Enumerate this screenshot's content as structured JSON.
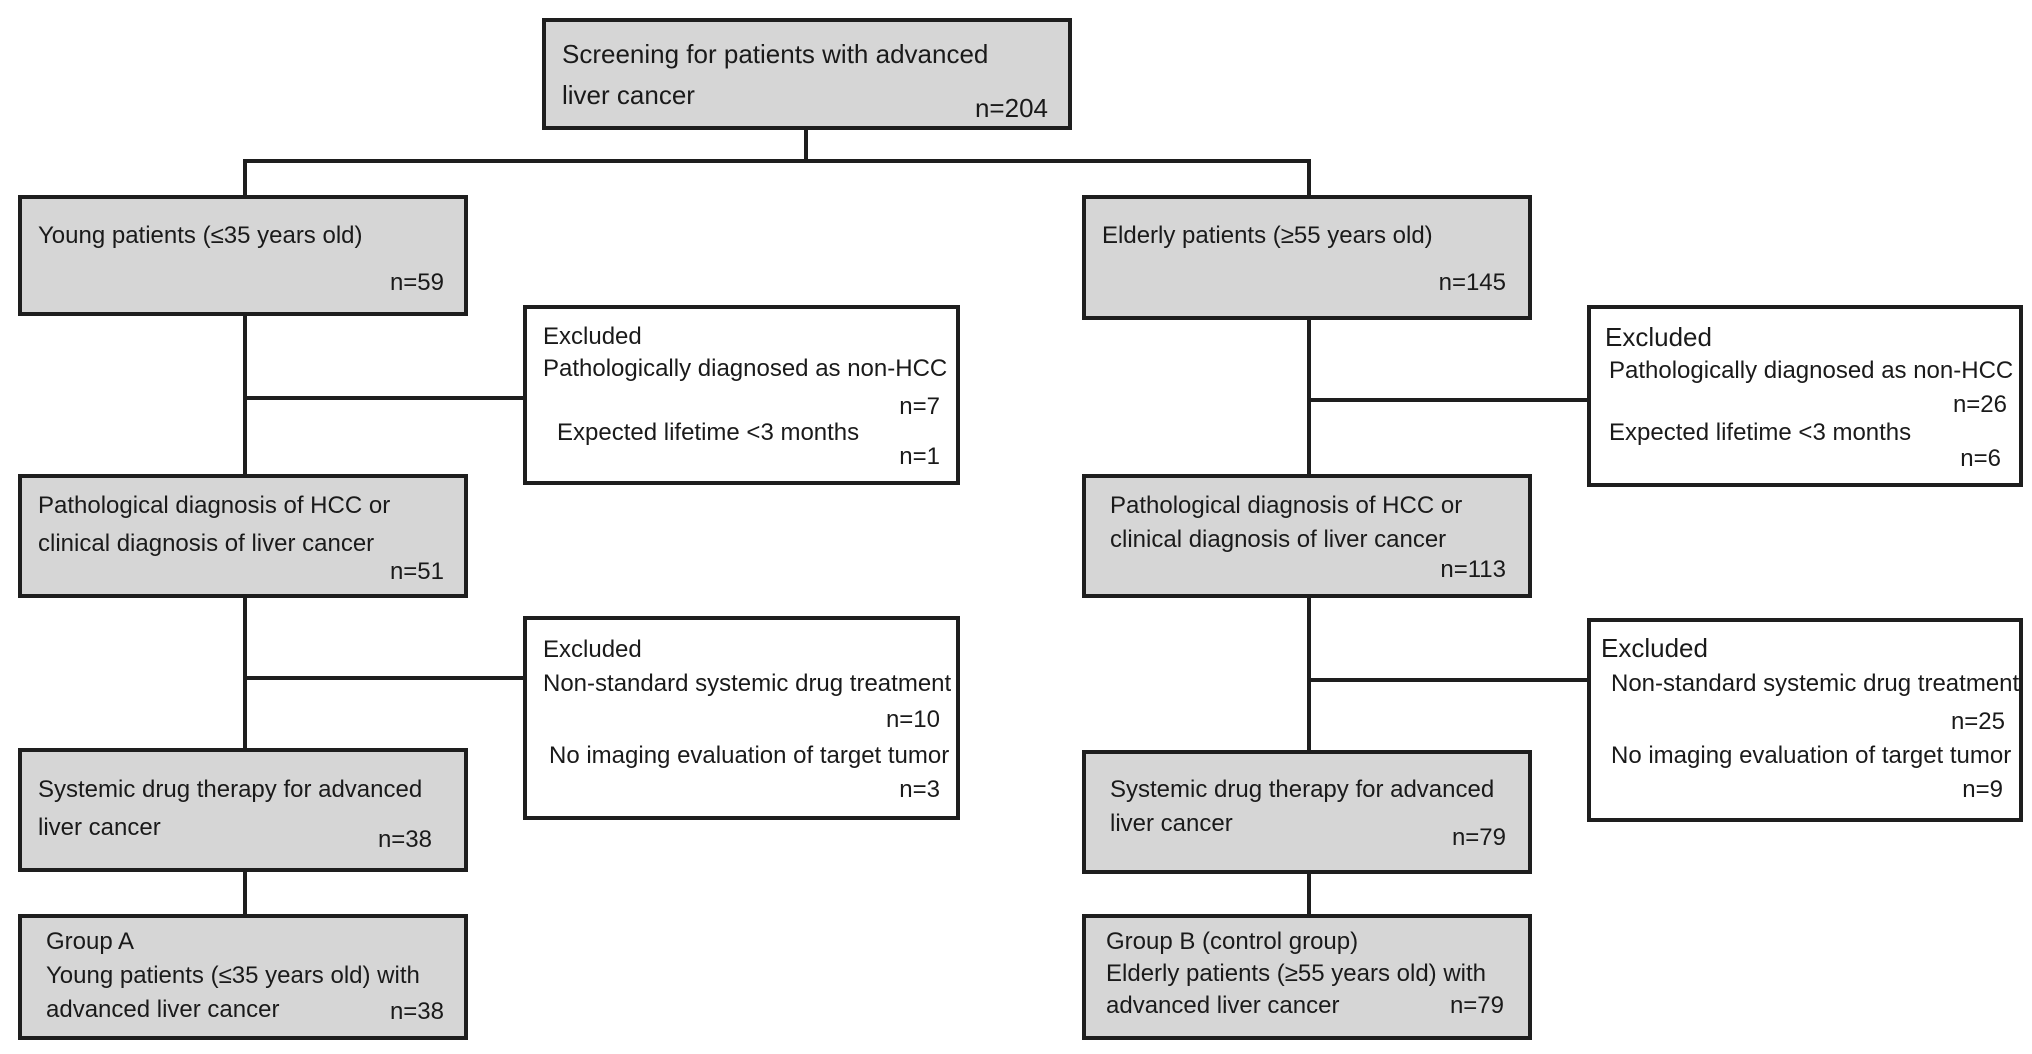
{
  "top": {
    "line1": "Screening for patients with advanced",
    "line2": "liver cancer",
    "n": "n=204"
  },
  "left": {
    "young": {
      "label": "Young patients (≤35 years old)",
      "n": "n=59"
    },
    "excluded1": {
      "title": "Excluded",
      "reason1": "Pathologically diagnosed as non-HCC",
      "n1": "n=7",
      "reason2": "Expected lifetime <3 months",
      "n2": "n=1"
    },
    "diagnosis": {
      "line1": "Pathological diagnosis of HCC or",
      "line2": "clinical diagnosis of liver cancer",
      "n": "n=51"
    },
    "excluded2": {
      "title": "Excluded",
      "reason1": "Non-standard systemic drug treatment",
      "n1": "n=10",
      "reason2": "No imaging evaluation of target tumor",
      "n2": "n=3"
    },
    "therapy": {
      "line1": "Systemic drug therapy for advanced",
      "line2": "liver cancer",
      "n": "n=38"
    },
    "group": {
      "line1": "Group A",
      "line2": "Young patients (≤35 years old) with",
      "line3": "advanced liver cancer",
      "n": "n=38"
    }
  },
  "right": {
    "elderly": {
      "label": "Elderly patients (≥55 years old)",
      "n": "n=145"
    },
    "excluded1": {
      "title": "Excluded",
      "reason1": "Pathologically diagnosed as non-HCC",
      "n1": "n=26",
      "reason2": "Expected lifetime <3 months",
      "n2": "n=6"
    },
    "diagnosis": {
      "line1": "Pathological diagnosis of HCC or",
      "line2": "clinical diagnosis of liver cancer",
      "n": "n=113"
    },
    "excluded2": {
      "title": "Excluded",
      "reason1": "Non-standard systemic drug treatment",
      "n1": "n=25",
      "reason2": "No imaging evaluation of target tumor",
      "n2": "n=9"
    },
    "therapy": {
      "line1": "Systemic drug therapy for advanced",
      "line2": "liver cancer",
      "n": "n=79"
    },
    "group": {
      "line1": "Group B (control group)",
      "line2": "Elderly patients (≥55 years old) with",
      "line3": "advanced liver cancer",
      "n": "n=79"
    }
  },
  "colors": {
    "box_fill": "#d6d6d6",
    "border": "#1e1e1e",
    "background": "#ffffff"
  }
}
